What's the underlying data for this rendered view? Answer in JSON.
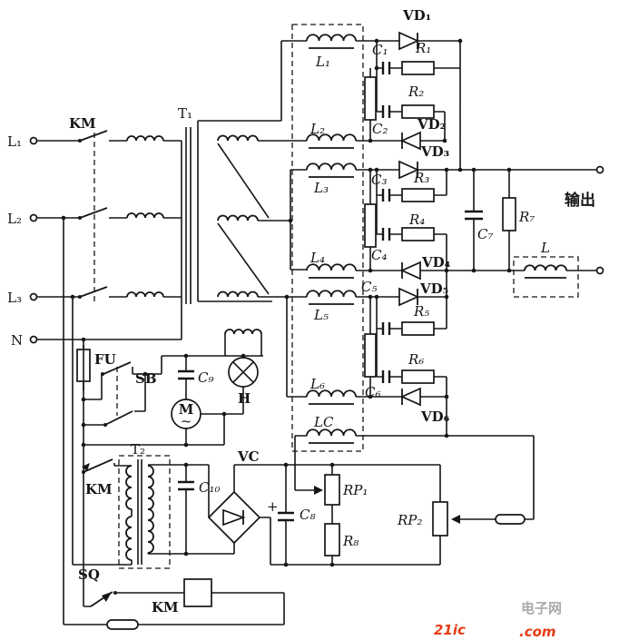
{
  "labels": {
    "inputs": {
      "l1": "L₁",
      "l2": "L₂",
      "l3": "L₃",
      "n": "N"
    },
    "km_main": "KM",
    "t1": "T₁",
    "reactors": {
      "l1": "L₁",
      "l2": "L₂",
      "l3": "L₃",
      "l4": "L₄",
      "l5": "L₅",
      "l6": "L₆",
      "lc": "LC"
    },
    "diodes": {
      "vd1": "VD₁",
      "vd2": "VD₂",
      "vd3": "VD₃",
      "vd4": "VD₄",
      "vd5": "VD₅",
      "vd6": "VD₆"
    },
    "capacitors": {
      "c1": "C₁",
      "c2": "C₂",
      "c3": "C₃",
      "c4": "C₄",
      "c5": "C₅",
      "c6": "C₆",
      "c7": "C₇",
      "c8": "C₈",
      "c9": "C₉",
      "c10": "C₁₀"
    },
    "resistors": {
      "r1": "R₁",
      "r2": "R₂",
      "r3": "R₃",
      "r4": "R₄",
      "r5": "R₅",
      "r6": "R₆",
      "r7": "R₇",
      "r8": "R₈"
    },
    "pots": {
      "rp1": "RP₁",
      "rp2": "RP₂"
    },
    "output": {
      "text": "输出",
      "filter_l": "L"
    },
    "control": {
      "fu": "FU",
      "sb": "SB",
      "h": "H",
      "m": "M",
      "m_wave": "~",
      "km_mid": "KM",
      "t2": "T₂",
      "vc": "VC",
      "sq": "SQ",
      "km_coil": "KM",
      "plus": "+"
    }
  },
  "watermark": {
    "brand": "21ic",
    "cn": "电子网",
    "com": ".com"
  },
  "colors": {
    "ink": "#161616",
    "watermark_red": "#e63c17",
    "watermark_gray": "#a8aaad",
    "paper": "#ffffff"
  }
}
